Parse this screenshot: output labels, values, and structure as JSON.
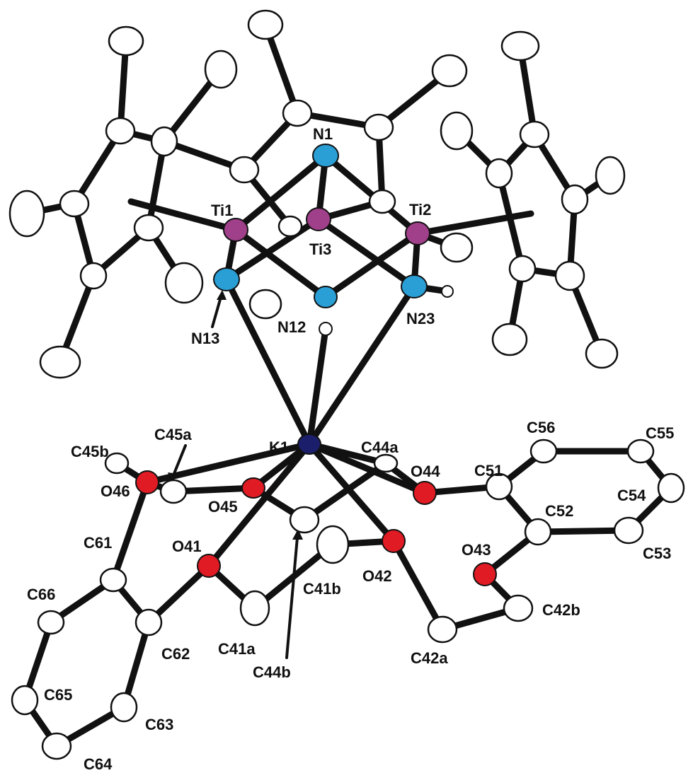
{
  "figure": {
    "type": "crystal-structure-ortep",
    "element_colors": {
      "C": "#ffffff",
      "N": "#2a9fd6",
      "Ti": "#a0408a",
      "K": "#1b1f6b",
      "O": "#e01b24",
      "H": "#ffffff"
    }
  },
  "labels": {
    "N1": "N1",
    "Ti1": "Ti1",
    "Ti2": "Ti2",
    "Ti3": "Ti3",
    "N13": "N13",
    "N12": "N12",
    "N23": "N23",
    "K1": "K1",
    "C45a": "C45a",
    "C45b": "C45b",
    "C44a": "C44a",
    "C56": "C56",
    "C55": "C55",
    "O46": "O46",
    "O45": "O45",
    "O44": "O44",
    "C51": "C51",
    "C54": "C54",
    "C52": "C52",
    "C61": "C61",
    "O41": "O41",
    "O43": "O43",
    "C53": "C53",
    "C66": "C66",
    "C41b": "C41b",
    "O42": "O42",
    "C42b": "C42b",
    "C62": "C62",
    "C41a": "C41a",
    "C42a": "C42a",
    "C44b": "C44b",
    "C65": "C65",
    "C63": "C63",
    "C64": "C64"
  }
}
